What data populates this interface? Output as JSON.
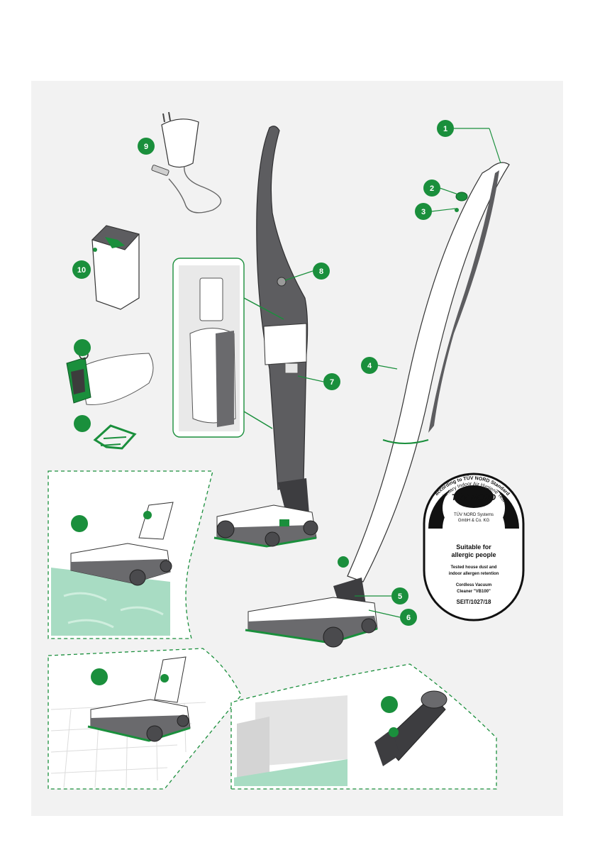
{
  "callouts": {
    "c1": "1",
    "c2": "2",
    "c3": "3",
    "c4": "4",
    "c5": "5",
    "c6": "6",
    "c7": "7",
    "c8": "8",
    "c9": "9",
    "c10": "10"
  },
  "seal": {
    "brand": "TÜV NORD",
    "company_line1": "TÜV NORD Systems",
    "company_line2": "GmbH & Co. KG",
    "arc_outer": "Voluntary Indoor Air Hygiene Test",
    "arc_inner": "according to TÜV NORD Standard",
    "headline_line1": "Suitable for",
    "headline_line2": "allergic people",
    "tested_line1": "Tested house dust and",
    "tested_line2": "indoor allergen retention",
    "product_line1": "Cordless Vacuum",
    "product_line2": "Cleaner \"VB100\"",
    "cert_id": "SEIT/1027/18"
  },
  "colors": {
    "accent": "#1a8f3c",
    "device_gray": "#5d5d60",
    "panel_bg": "#f2f2f2",
    "floor_green": "#a8dcc3"
  }
}
